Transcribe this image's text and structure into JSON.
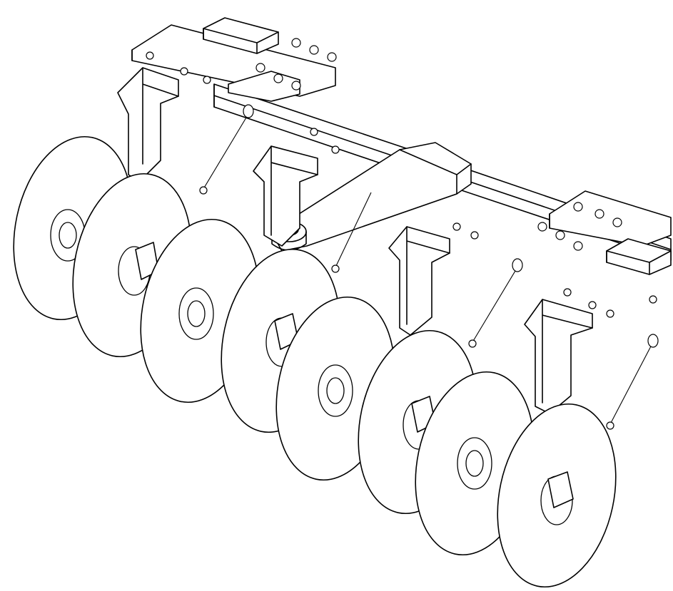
{
  "drawing": {
    "style": "line-art",
    "subject_icon": "disc-harrow-icon",
    "colors": {
      "stroke": "#000000",
      "background": "#ffffff"
    },
    "counts": {
      "discs": 8,
      "shanks": 4
    }
  }
}
